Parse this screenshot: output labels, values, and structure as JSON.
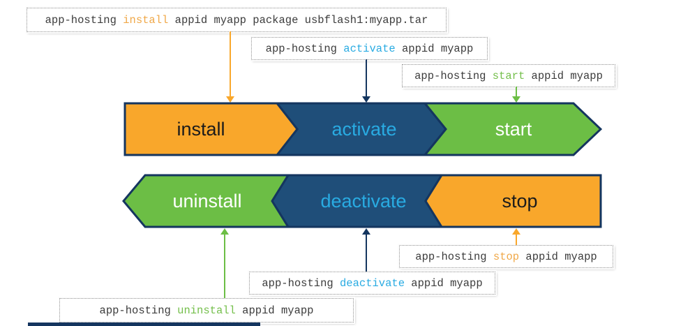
{
  "diagram": {
    "stages": {
      "install": "install",
      "activate": "activate",
      "start": "start",
      "uninstall": "uninstall",
      "deactivate": "deactivate",
      "stop": "stop"
    }
  },
  "commands": {
    "install": {
      "prefix": "app-hosting ",
      "keyword": "install",
      "suffix": " appid myapp package usbflash1:myapp.tar"
    },
    "activate": {
      "prefix": "app-hosting ",
      "keyword": "activate",
      "suffix": " appid myapp"
    },
    "start": {
      "prefix": "app-hosting ",
      "keyword": "start",
      "suffix": " appid myapp"
    },
    "stop": {
      "prefix": "app-hosting ",
      "keyword": "stop",
      "suffix": " appid myapp"
    },
    "deactivate": {
      "prefix": "app-hosting ",
      "keyword": "deactivate",
      "suffix": " appid myapp"
    },
    "uninstall": {
      "prefix": "app-hosting ",
      "keyword": "uninstall",
      "suffix": " appid myapp"
    }
  },
  "colors": {
    "orange": "#F9A72B",
    "navy": "#1F4E79",
    "green": "#6CBE45",
    "cyan": "#29ABE2",
    "navy_border": "#14355F",
    "kw_orange": "#F0A848",
    "kw_green": "#74BF4B",
    "text_dark": "#3C3C3C"
  }
}
